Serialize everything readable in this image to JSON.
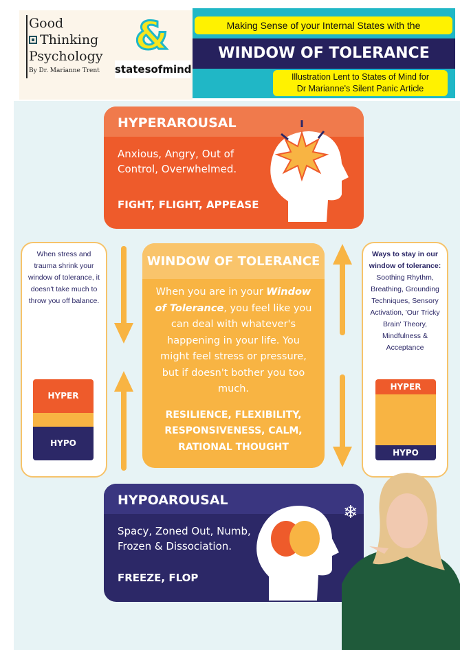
{
  "header": {
    "logo_lines": [
      "Good",
      "Thinking",
      "Psychology"
    ],
    "logo_byline": "By Dr. Marianne Trent",
    "ampersand": "&",
    "partner": "statesofmind",
    "subtitle": "Making Sense of your Internal States with the",
    "title": "WINDOW OF TOLERANCE",
    "credit_line1": "Illustration Lent to States of Mind for",
    "credit_line2": "Dr Marianne's Silent Panic Article"
  },
  "hyperarousal": {
    "title": "HYPERAROUSAL",
    "desc": "Anxious, Angry, Out of Control, Overwhelmed.",
    "responses": "FIGHT, FLIGHT, APPEASE"
  },
  "left_note": {
    "text": "When stress and trauma shrink your window of tolerance, it doesn't take much to throw you off balance.",
    "hyper": "HYPER",
    "hypo": "HYPO"
  },
  "window": {
    "title": "WINDOW OF TOLERANCE",
    "body_pre": "When you are in your ",
    "body_em": "Window of Tolerance",
    "body_post": ", you feel like you can deal with whatever's happening in your life. You might feel stress or pressure, but if doesn't bother you too much.",
    "qualities": "RESILIENCE, FLEXIBILITY, RESPONSIVENESS, CALM, RATIONAL THOUGHT"
  },
  "right_note": {
    "heading": "Ways to stay in our window of tolerance:",
    "text": "Soothing Rhythm, Breathing, Grounding Techniques, Sensory Activation, 'Our Tricky Brain' Theory, Mindfulness & Acceptance",
    "hyper": "HYPER",
    "hypo": "HYPO"
  },
  "hypoarousal": {
    "title": "HYPOAROUSAL",
    "desc": "Spacy, Zoned Out, Numb, Frozen & Dissociation.",
    "responses": "FREEZE, FLOP"
  },
  "colors": {
    "orange": "#ee5b2b",
    "amber": "#f8b443",
    "navy": "#2c2867",
    "teal": "#20b7c6",
    "yellow": "#fff200"
  }
}
